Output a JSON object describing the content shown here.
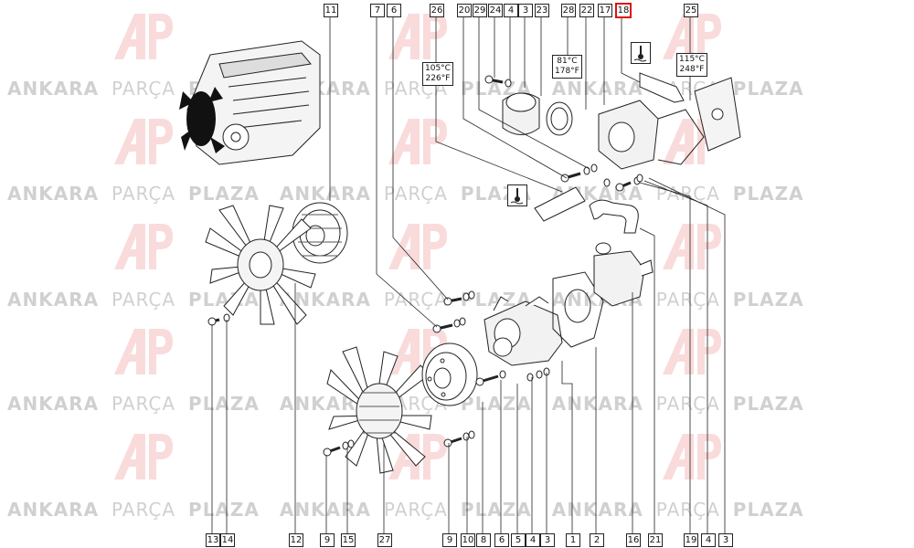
{
  "watermark": {
    "words": [
      "ANKARA",
      "PARÇA",
      "PLAZA"
    ],
    "logo": "AP-logo"
  },
  "temperature_labels": {
    "t1": {
      "c": "105°C",
      "f": "226°F"
    },
    "t2": {
      "c": "81°C",
      "f": "178°F"
    },
    "t3": {
      "c": "115°C",
      "f": "248°F"
    }
  },
  "callouts_top": [
    "11",
    "7",
    "6",
    "26",
    "20",
    "29",
    "24",
    "4",
    "3",
    "23",
    "28",
    "22",
    "17",
    "18",
    "25"
  ],
  "callouts_bottom": [
    "13",
    "14",
    "12",
    "9",
    "15",
    "27",
    "9",
    "10",
    "8",
    "6",
    "5",
    "4",
    "3",
    "1",
    "2",
    "16",
    "21",
    "19",
    "4",
    "3"
  ],
  "selected_callout": "18",
  "icons": [
    "coolant-temperature-icon",
    "coolant-temperature-icon"
  ],
  "colors": {
    "line": "#222222",
    "selected": "#dd1111",
    "watermark": "#888888"
  }
}
